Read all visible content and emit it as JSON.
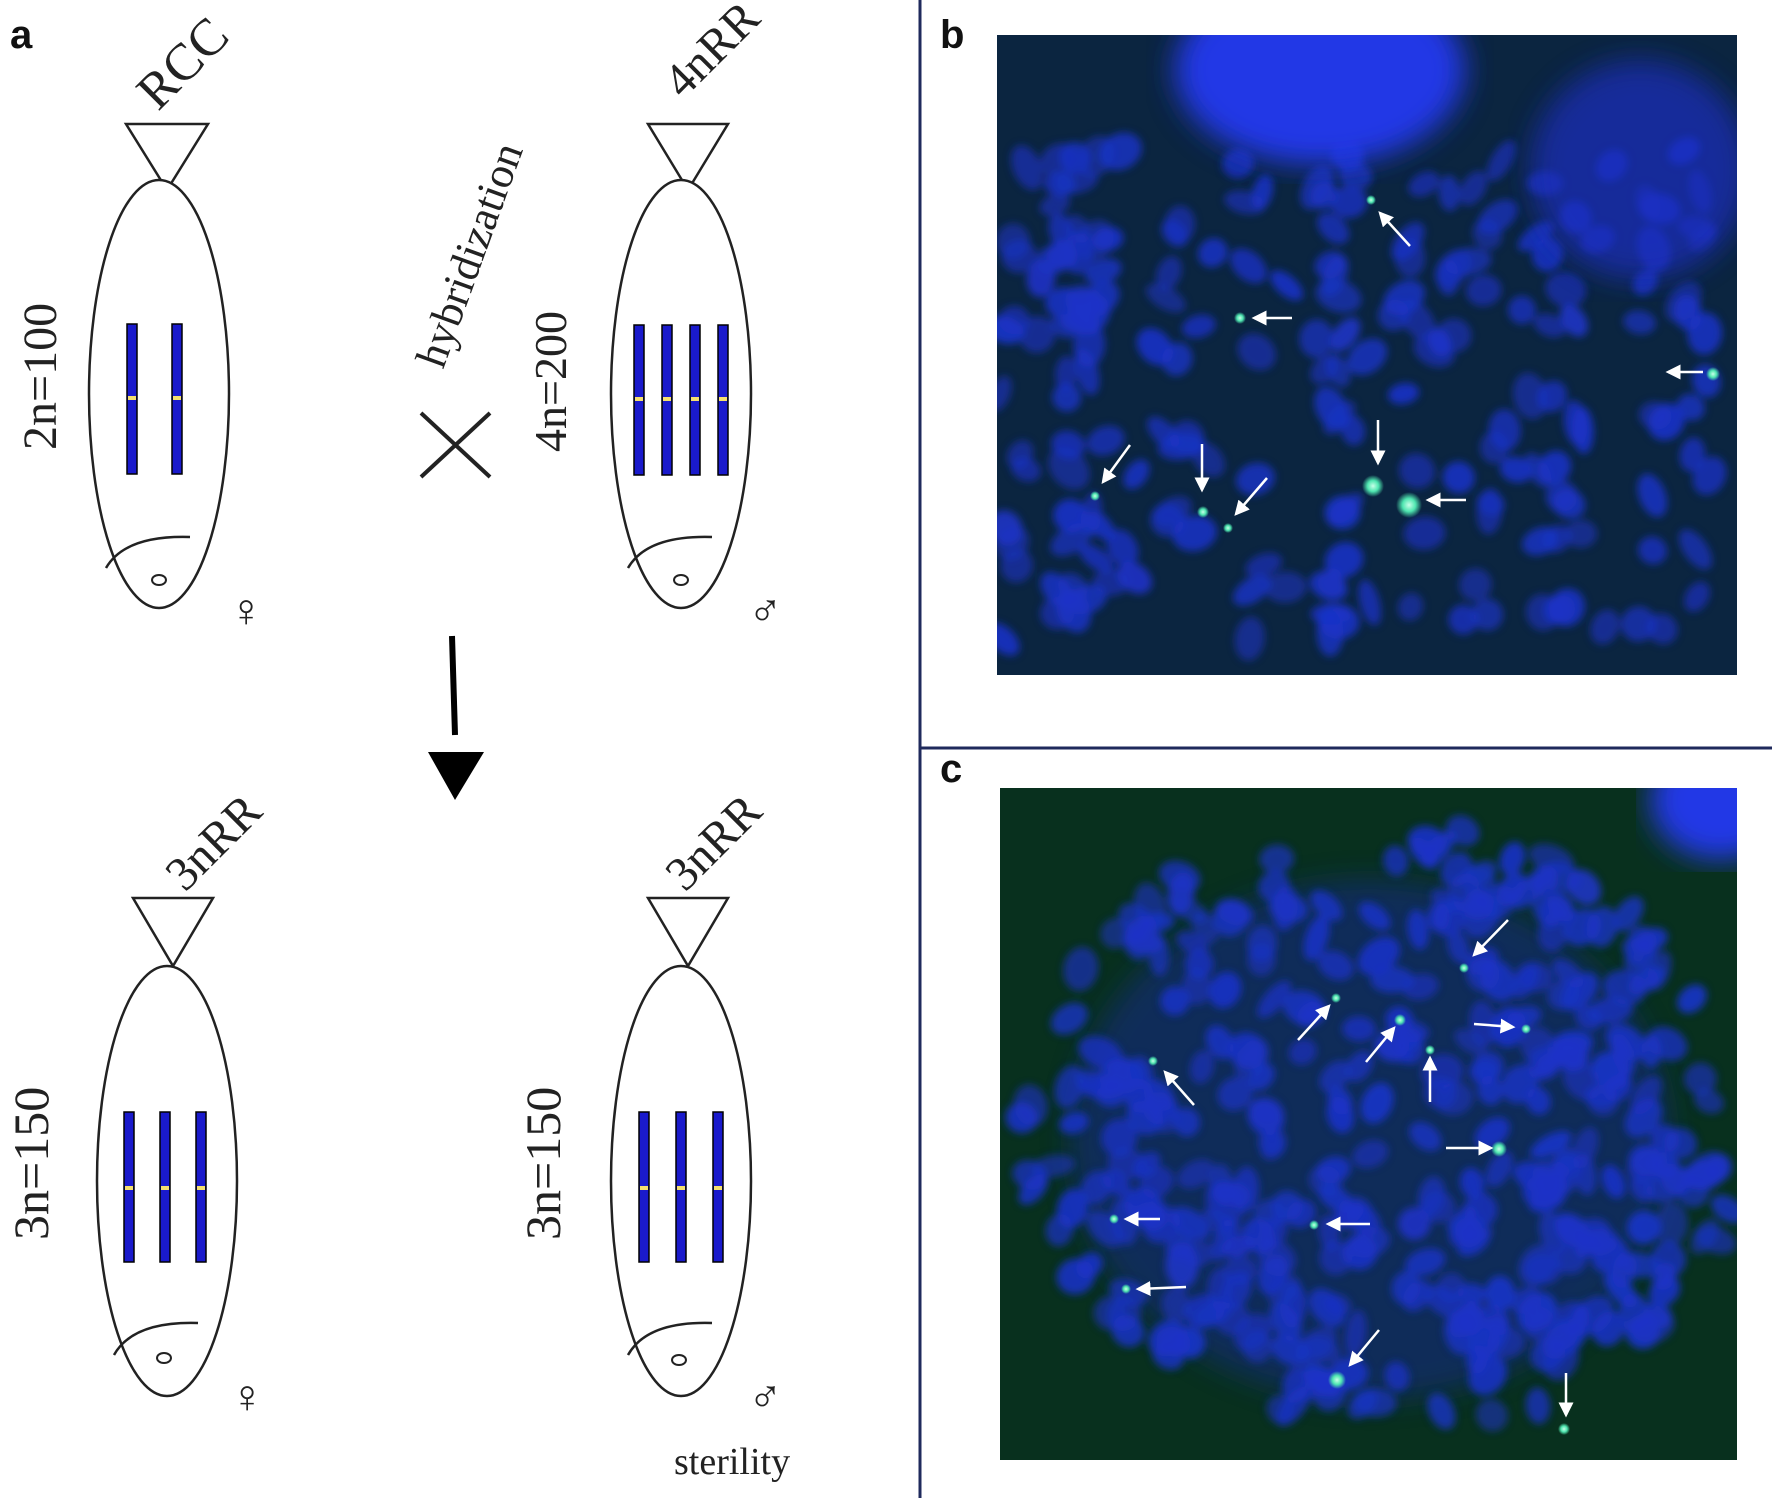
{
  "panels": {
    "a": {
      "letter": "a"
    },
    "b": {
      "letter": "b"
    },
    "c": {
      "letter": "c"
    }
  },
  "fish": [
    {
      "name": "RCC",
      "ploidy": "2n=100",
      "sex": "♀",
      "chromosomes": 2,
      "note": ""
    },
    {
      "name": "4nRR",
      "ploidy": "4n=200",
      "sex": "♂",
      "chromosomes": 4,
      "note": ""
    },
    {
      "name": "3nRR",
      "ploidy": "3n=150",
      "sex": "♀",
      "chromosomes": 3,
      "note": ""
    },
    {
      "name": "3nRR",
      "ploidy": "3n=150",
      "sex": "♂",
      "chromosomes": 3,
      "note": "sterility"
    }
  ],
  "cross": {
    "label": "hybridization",
    "symbol": "×"
  },
  "colors": {
    "chromosome": "#1a1acc",
    "centromere_band": "#f5e070",
    "signal": "#4fe6b0",
    "panel_b_bg": "#0b2540",
    "panel_c_bg": "#08301e",
    "nuclei": "#1b33c8",
    "divider": "#1f2a5c"
  }
}
